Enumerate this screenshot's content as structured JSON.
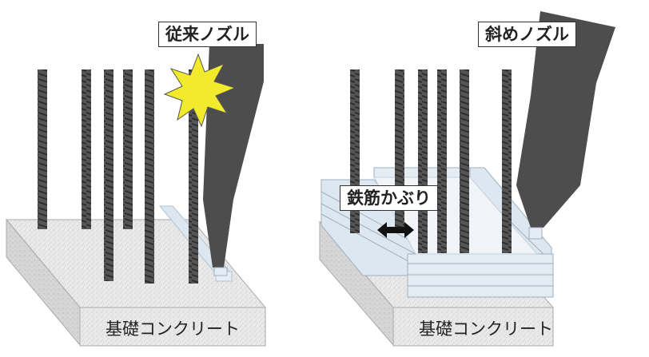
{
  "left_panel": {
    "nozzle_label": "従来ノズル",
    "base_label": "基礎コンクリート"
  },
  "right_panel": {
    "nozzle_label": "斜めノズル",
    "cover_label": "鉄筋かぶり",
    "base_label": "基礎コンクリート"
  },
  "colors": {
    "rebar": "#4a4a4a",
    "concrete": "#e6e6e6",
    "nozzle": "#4d4d4d",
    "insulation": "#dce6f0",
    "burst": "#f2ea2c"
  }
}
